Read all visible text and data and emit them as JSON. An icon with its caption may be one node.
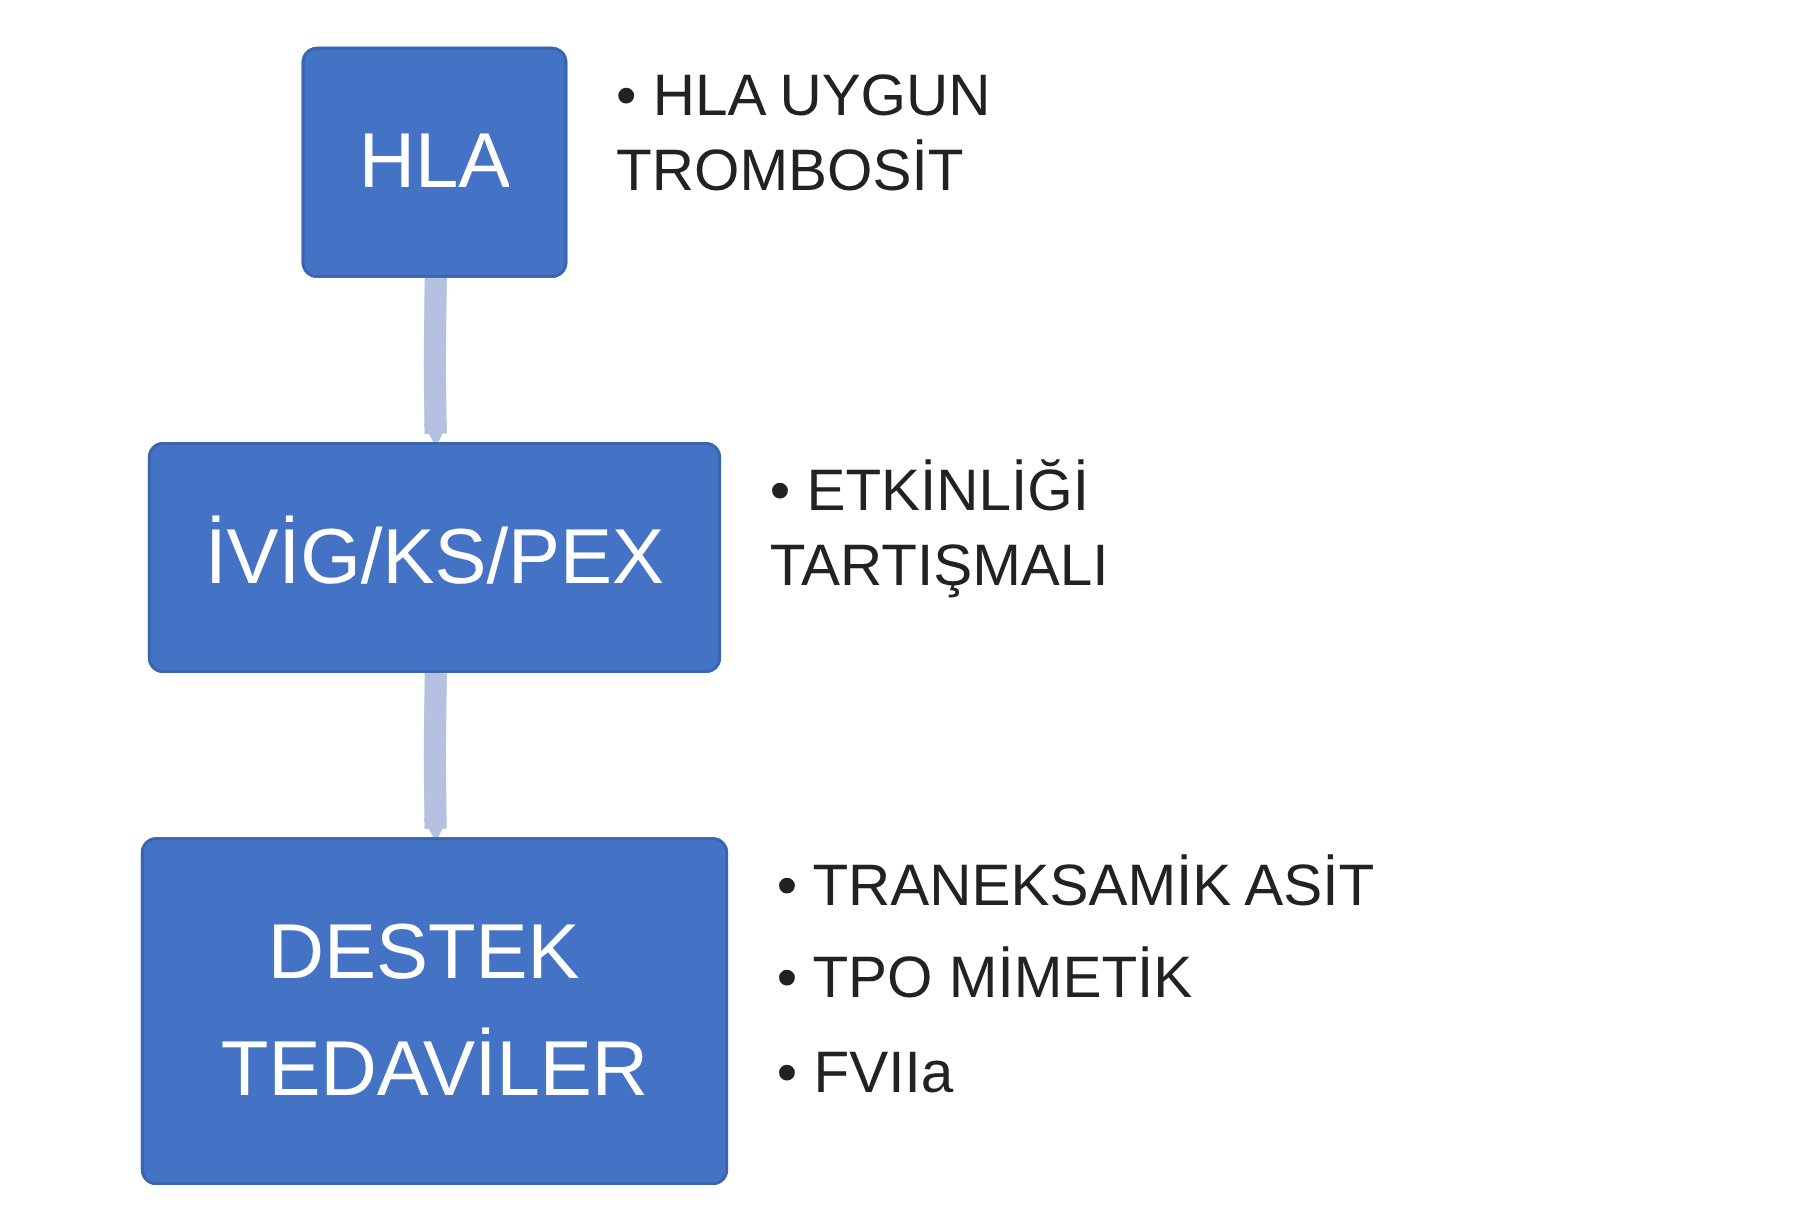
{
  "diagram": {
    "nodes": [
      {
        "text": [
          "HLA"
        ],
        "beside": [
          "• HLA UYGUN TROMBOSİT"
        ]
      },
      {
        "text": [
          "İVİG/KS/PEX"
        ],
        "beside": [
          "• ETKİNLİĞİ TARTIŞMALI"
        ]
      },
      {
        "text": [
          "DESTEK TEDAVİLER"
        ],
        "beside": [
          "• TRANEKSAMİK ASİT",
          "• TPO MİMETİK",
          "• FVIIa"
        ]
      }
    ],
    "edges": [
      {
        "from": 0,
        "to": 1,
        "arrow": "to"
      },
      {
        "from": 1,
        "to": 2,
        "arrow": "to"
      }
    ]
  }
}
